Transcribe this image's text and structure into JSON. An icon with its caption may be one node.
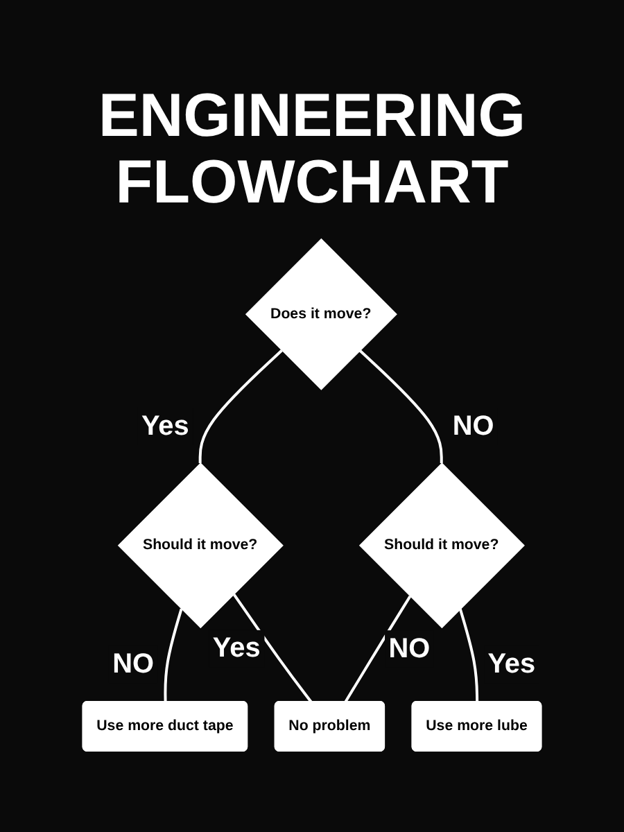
{
  "diagram": {
    "title": "ENGINEERING FLOWCHART",
    "nodes": [
      {
        "text": [
          "Does it move?"
        ]
      },
      {
        "text": [
          "Should it move?"
        ]
      },
      {
        "text": [
          "Should it move?"
        ]
      },
      {
        "text": [
          "Use more duct tape"
        ]
      },
      {
        "text": [
          "No problem"
        ]
      },
      {
        "text": [
          "Use more lube"
        ]
      }
    ],
    "edges": [
      {
        "from": 0,
        "to": 1,
        "arrow": "none",
        "label": "Yes"
      },
      {
        "from": 0,
        "to": 2,
        "arrow": "none",
        "label": "NO"
      },
      {
        "from": 1,
        "to": 3,
        "arrow": "none",
        "label": "NO"
      },
      {
        "from": 1,
        "to": 4,
        "arrow": "none",
        "label": "Yes"
      },
      {
        "from": 2,
        "to": 4,
        "arrow": "none",
        "label": "NO"
      },
      {
        "from": 2,
        "to": 5,
        "arrow": "none",
        "label": "Yes"
      }
    ]
  }
}
